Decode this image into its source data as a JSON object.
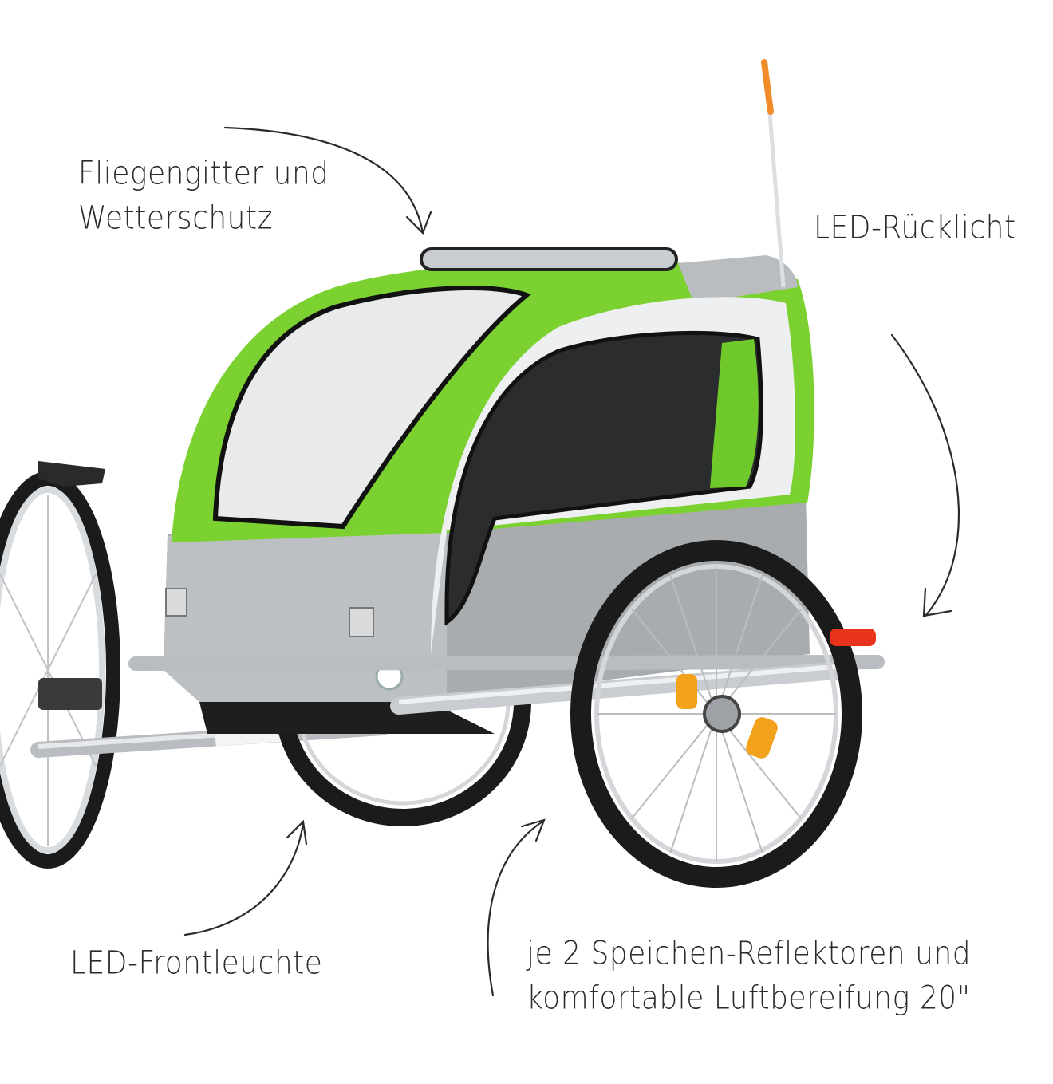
{
  "colors": {
    "canopy_green": "#7bd12f",
    "canopy_green_dark": "#5aa81e",
    "body_grey": "#a8acaf",
    "body_grey_light": "#c4c8ca",
    "frame_silver": "#c9ccd0",
    "tire_black": "#1b1b1b",
    "reflector_orange": "#f2a31b",
    "taillight_red": "#e8341c",
    "flag_orange": "#f08c2a",
    "annotation_ink": "#2b2b2b"
  },
  "annotations": {
    "mesh_and_weather_cover": [
      "Fliegengitter und",
      "Wetterschutz"
    ],
    "led_rear_light": "LED-Rücklicht",
    "led_front_light": "LED-Frontleuchte",
    "spoke_reflectors_and_tires": [
      "je 2 Speichen-Reflektoren und",
      "komfortable Luftbereifung 20\""
    ]
  },
  "icons": [
    "bike-trailer-illustration",
    "curved-arrow-icon"
  ]
}
